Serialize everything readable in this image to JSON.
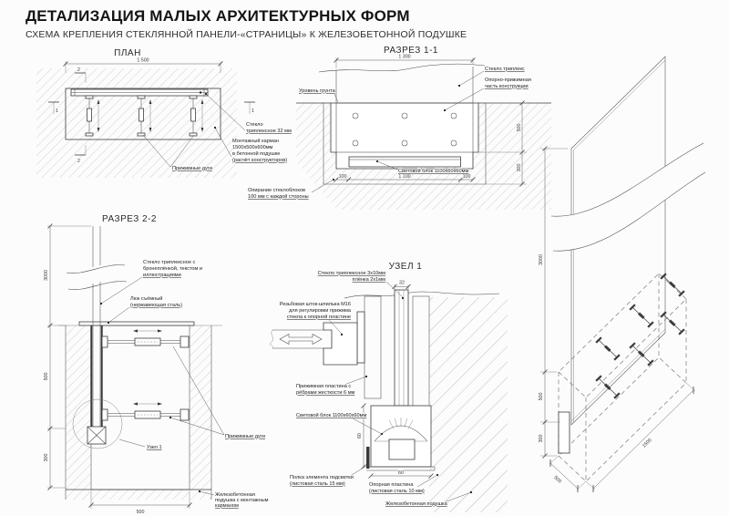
{
  "header": {
    "title": "ДЕТАЛИЗАЦИЯ МАЛЫХ АРХИТЕКТУРНЫХ ФОРМ",
    "subtitle": "СХЕМА КРЕПЛЕНИЯ СТЕКЛЯННОЙ ПАНЕЛИ-«СТРАНИЦЫ» К ЖЕЛЕЗОБЕТОННОЙ ПОДУШКЕ"
  },
  "plan": {
    "title": "ПЛАН",
    "dim_width": "1 500",
    "marker_top": "2",
    "marker_bottom": "2",
    "marker_left": "1",
    "marker_right": "1",
    "label_glass_1": "Стекло",
    "label_glass_2": "триплексное 32 мм",
    "label_pocket_1": "Монтажный карман",
    "label_pocket_2": "1500х500х600мм",
    "label_pocket_3": "в бетонной подушке",
    "label_pocket_4": "(расчёт конструкторов)",
    "label_arcs": "Прижимные дуги"
  },
  "section11": {
    "title": "РАЗРЕЗ 1-1",
    "dim_top": "1 300",
    "dim_100_left": "100",
    "dim_1100": "1 100",
    "dim_100_right": "100",
    "dim_500": "500",
    "dim_300": "300",
    "label_ground": "Уровень грунта",
    "label_glass": "Стекло триплекс",
    "label_support_1": "Опорно-прижимная",
    "label_support_2": "часть конструкции",
    "label_light": "Световой блок 1100х60х60мм",
    "label_bearing_1": "Опирание стеклоблоков",
    "label_bearing_2": "100 мм с каждой стороны"
  },
  "section22": {
    "title": "РАЗРЕЗ 2-2",
    "dim_3000": "3000",
    "dim_500_depth": "500",
    "dim_300": "300",
    "dim_500_width": "500",
    "label_glass_1": "Стекло триплексное с",
    "label_glass_2": "бронеплёнкой, текстом и",
    "label_glass_3": "иллюстрациями",
    "label_hatch_1": "Люк съёмный",
    "label_hatch_2": "(нержавеющая сталь)",
    "label_node": "Узел 1",
    "label_arcs": "Прижимные дуги",
    "label_cushion_1": "Железобетонная",
    "label_cushion_2": "подушка с монтажным",
    "label_cushion_3": "карманом"
  },
  "node1": {
    "title": "УЗЕЛ 1",
    "dim_glass": "32",
    "dim_block_h": "60",
    "dim_block_w": "60",
    "label_glass_1": "Стекло триплексное 3х10мм",
    "label_glass_2": "плёнка 2х1мм",
    "label_rod_1": "Резьбовая шток-шпилька М16",
    "label_rod_2": "для регулировки прижима",
    "label_rod_3": "стекла к опорной пластине",
    "label_plate_1": "Прижимная пластина с",
    "label_plate_2": "рёбрами жесткости 6 мм",
    "label_light": "Световой блок 1100х60х60мм",
    "label_shelf_1": "Полка элемента подсветки",
    "label_shelf_2": "(листовая сталь 15 мм)",
    "label_support_1": "Опорная пластина",
    "label_support_2": "(листовая сталь 10 мм)",
    "label_cushion": "Железобетонная подушка"
  },
  "iso": {
    "dim_3000": "3000",
    "dim_500_depth": "500",
    "dim_300": "300",
    "dim_1500": "1500",
    "dim_500_width": "500"
  }
}
